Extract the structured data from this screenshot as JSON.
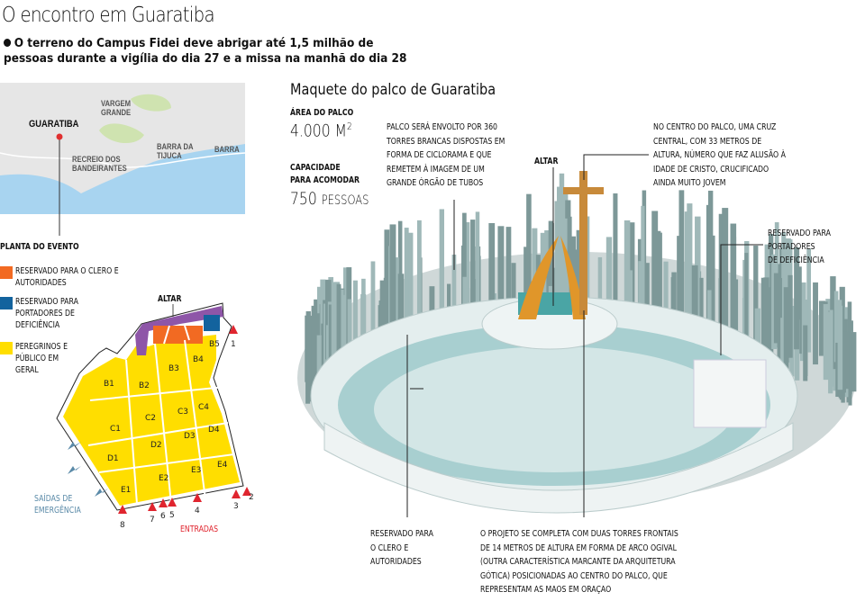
{
  "title": "O encontro em Guaratiba",
  "lead": "O terreno do Campus Fidei deve abrigar até 1,5 milhão de pessoas durante a vigília do dia 27 e a missa na manhã do dia 28",
  "map": {
    "labels": {
      "guaratiba": "GUARATIBA",
      "vargem": "VARGEM GRANDE",
      "recreio": "RECREIO DOS BANDEIRANTES",
      "barra_tijuca": "BARRA DA TIJUCA",
      "barra": "BARRA"
    },
    "colors": {
      "water": "#a8d4f0",
      "land": "#e6e6e6",
      "green": "#cfe3b0",
      "pin": "#e03030"
    }
  },
  "plan": {
    "title": "PLANTA DO EVENTO",
    "legend": [
      {
        "label": "RESERVADO PARA O CLERO E AUTORIDADES",
        "color": "#f26a22"
      },
      {
        "label": "RESERVADO PARA PORTADORES DE DEFICIÊNCIA",
        "color": "#13639e"
      },
      {
        "label": "PEREGRINOS E PÚBLICO EM GERAL",
        "color": "#ffde00"
      }
    ],
    "altar": "ALTAR",
    "blocks": [
      "B1",
      "B2",
      "B3",
      "B4",
      "B5",
      "C1",
      "C2",
      "C3",
      "C4",
      "D1",
      "D2",
      "D3",
      "D4",
      "E1",
      "E2",
      "E3",
      "E4"
    ],
    "entrances": [
      "1",
      "2",
      "3",
      "4",
      "5",
      "6",
      "7",
      "8"
    ],
    "entrances_label": "ENTRADAS",
    "exits_label": "SAÍDAS DE EMERGÊNCIA",
    "colors": {
      "purple": "#8e56a8",
      "entrance": "#e0252f",
      "exit": "#5a8aa8"
    }
  },
  "stage": {
    "title": "Maquete do palco de Guaratiba",
    "area_label": "ÁREA DO PALCO",
    "area_value": "4.000 M",
    "area_sup": "2",
    "capacity_label_1": "CAPACIDADE",
    "capacity_label_2": "PARA ACOMODAR",
    "capacity_value": "750",
    "capacity_unit": "PESSOAS",
    "altar": "ALTAR",
    "notes": {
      "towers": [
        "PALCO SERÁ ENVOLTO POR 360",
        "TORRES BRANCAS DISPOSTAS EM",
        "FORMA DE CICLORAMA E QUE",
        "REMETEM À IMAGEM DE UM",
        "GRANDE ÓRGÃO DE TUBOS"
      ],
      "cross": [
        "NO CENTRO DO PALCO, UMA CRUZ",
        "CENTRAL, COM 33 METROS DE",
        "ALTURA, NÚMERO QUE FAZ ALUSÃO À",
        "IDADE DE CRISTO, CRUCIFICADO",
        "AINDA MUITO JOVEM"
      ],
      "disabled": [
        "RESERVADO PARA",
        "PORTADORES",
        "DE DEFICIÊNCIA"
      ],
      "clergy": [
        "RESERVADO PARA",
        "O CLERO E",
        "AUTORIDADES"
      ],
      "arches": [
        "O PROJETO SE COMPLETA COM DUAS TORRES FRONTAIS",
        "DE 14 METROS DE ALTURA EM FORMA DE ARCO OGIVAL",
        "(OUTRA CARACTERÍSTICA MARCANTE DA ARQUITETURA",
        "GÓTICA) POSICIONADAS AO CENTRO DO PALCO, QUE",
        "REPRESENTAM AS MÃOS EM ORAÇÃO"
      ]
    }
  }
}
